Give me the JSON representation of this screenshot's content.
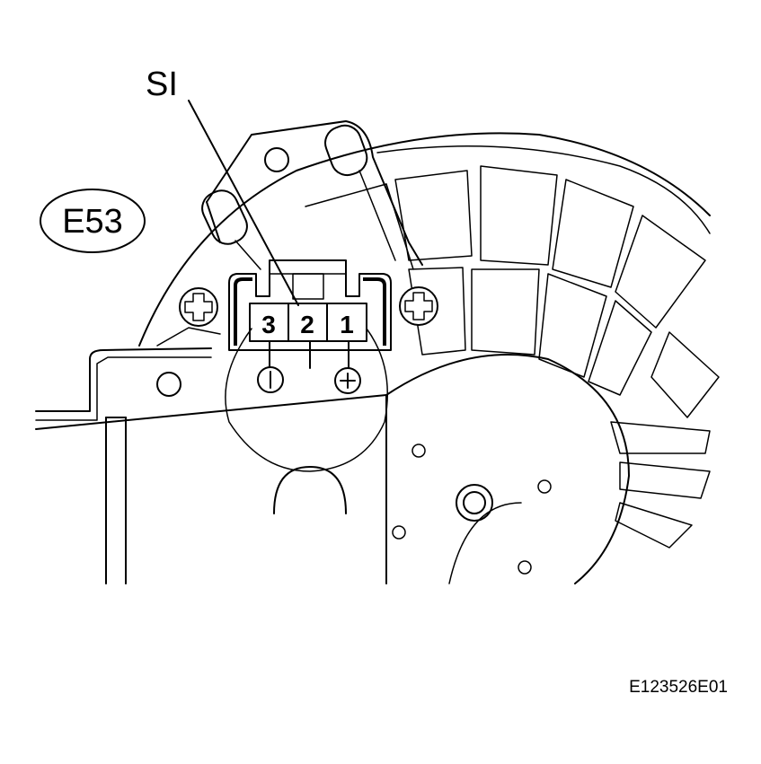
{
  "diagram": {
    "connector_code": "E53",
    "signal_label": "SI",
    "pins": [
      {
        "number": "3"
      },
      {
        "number": "2"
      },
      {
        "number": "1"
      }
    ],
    "polarity": {
      "negative": "−",
      "positive": "+"
    },
    "figure_code": "E123526E01"
  },
  "colors": {
    "line": "#000000",
    "background": "#ffffff"
  }
}
